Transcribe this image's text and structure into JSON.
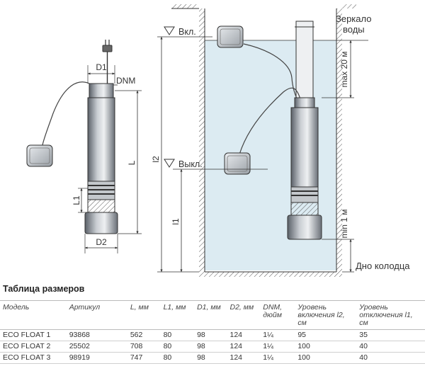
{
  "diagram": {
    "left_labels": {
      "d1": "D1",
      "dnm": "DNM",
      "l": "L",
      "l1": "L1",
      "d2": "D2"
    },
    "right_labels": {
      "on": "Вкл.",
      "off": "Выкл.",
      "l2": "l2",
      "l1": "l1",
      "mirror_line1": "Зеркало",
      "mirror_line2": "воды",
      "max_depth": "max 20 м",
      "min_clearance": "min 1 м",
      "well_bottom": "Дно колодца"
    }
  },
  "table": {
    "title": "Таблица размеров",
    "headers": [
      [
        "Модель"
      ],
      [
        "Артикул"
      ],
      [
        "L, мм"
      ],
      [
        "L1, мм"
      ],
      [
        "D1, мм"
      ],
      [
        "D2, мм"
      ],
      [
        "DNM,",
        "дюйм"
      ],
      [
        "Уровень",
        "включения l2, см"
      ],
      [
        "Уровень",
        "отключения l1, см"
      ]
    ],
    "rows": [
      [
        "ECO FLOAT 1",
        "93868",
        "562",
        "80",
        "98",
        "124",
        "1¼",
        "95",
        "35"
      ],
      [
        "ECO FLOAT 2",
        "25502",
        "708",
        "80",
        "98",
        "124",
        "1¼",
        "100",
        "40"
      ],
      [
        "ECO FLOAT 3",
        "98919",
        "747",
        "80",
        "98",
        "124",
        "1¼",
        "100",
        "40"
      ]
    ]
  }
}
